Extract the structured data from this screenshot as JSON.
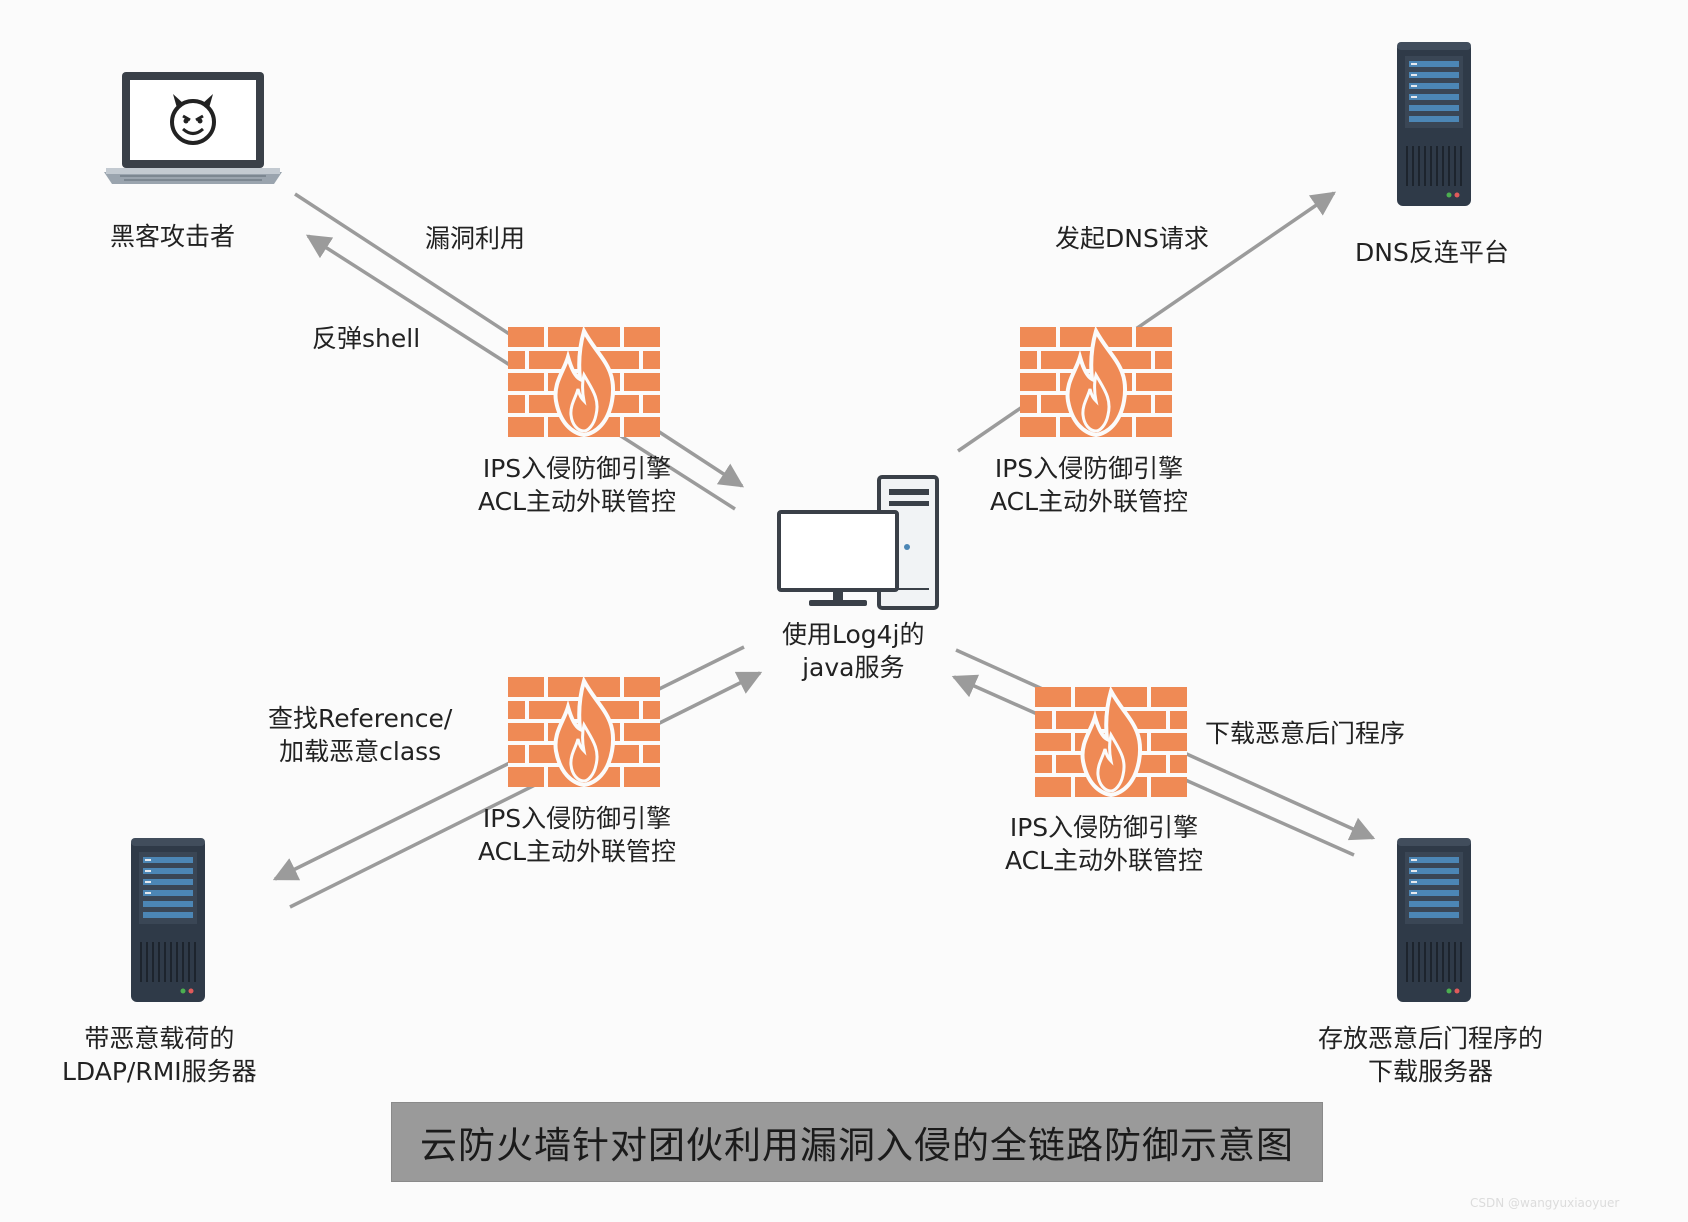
{
  "nodes": {
    "hacker": "黑客攻击者",
    "dns_platform": "DNS反连平台",
    "java_service": [
      "使用Log4j的",
      "java服务"
    ],
    "ldap_server": [
      "带恶意载荷的",
      "LDAP/RMI服务器"
    ],
    "download_server": [
      "存放恶意后门程序的",
      "下载服务器"
    ]
  },
  "edges": {
    "exploit": "漏洞利用",
    "reverse_shell": "反弹shell",
    "dns_request": "发起DNS请求",
    "lookup_reference": [
      "查找Reference/",
      "加载恶意class"
    ],
    "download_backdoor": "下载恶意后门程序"
  },
  "firewall_label": [
    "IPS入侵防御引擎",
    "ACL主动外联管控"
  ],
  "caption": "云防火墙针对团伙利用漏洞入侵的全链路防御示意图",
  "watermark": "CSDN @wangyuxiaoyuer",
  "colors": {
    "arrow": "#9b9b9b",
    "brick": "#ef8a55",
    "server_body": "#2f3a48",
    "server_bar": "#4c86b5",
    "caption_bg": "#9a9a9a"
  },
  "icons": [
    "laptop-devil-icon",
    "server-icon",
    "firewall-icon",
    "desktop-computer-icon"
  ]
}
